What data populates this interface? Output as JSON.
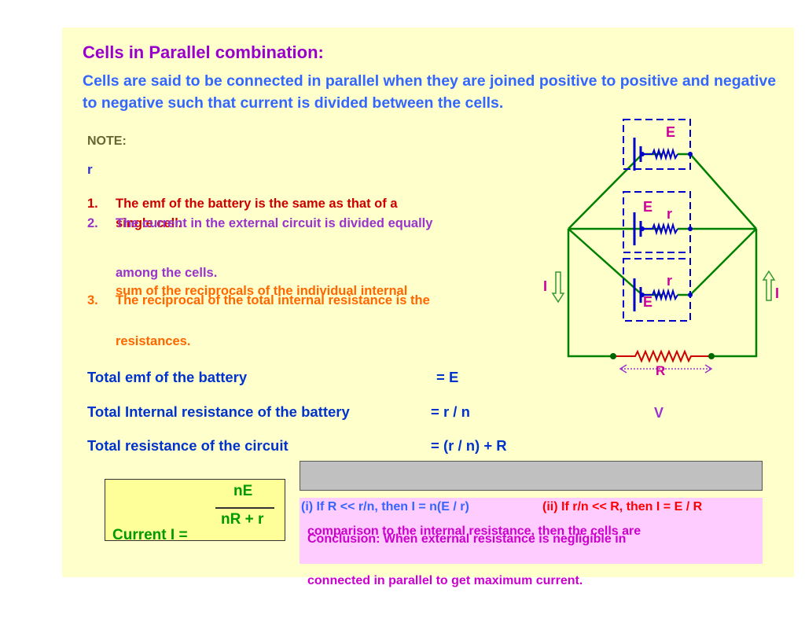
{
  "heading": "Cells in Parallel combination:",
  "intro": "Cells are said to be connected in parallel when they are joined positive to positive and negative to negative such that current is divided between the cells.",
  "note_label": "NOTE:",
  "note_r": "r",
  "items": [
    {
      "num": "1.",
      "line1": "The emf of the battery is the same as that of a",
      "line2": "single cell."
    },
    {
      "num": "2.",
      "line1": "The current in the external circuit is divided equally",
      "line2": "among the cells."
    },
    {
      "num": "3.",
      "line1": "The reciprocal of the total internal resistance is the",
      "overlap": "sum of the reciprocals of the individual internal",
      "line2": "resistances."
    }
  ],
  "equations": [
    {
      "label": "Total emf of the battery",
      "value": "=  E"
    },
    {
      "label": "Total Internal resistance of the battery",
      "value": "= r / n"
    },
    {
      "label": "Total resistance of the circuit",
      "value": "= (r / n) + R"
    }
  ],
  "formula": {
    "numerator": "nE",
    "denominator": "nR + r",
    "label": "Current  I ="
  },
  "cases": {
    "case1": "(i)   If R << r/n, then I = n(E / r)",
    "case2": "(ii)  If r/n << R, then I = E / R"
  },
  "conclusion": {
    "line1": "Conclusion:  When external resistance is negligible in",
    "overlap": "comparison to the internal resistance, then the cells are",
    "line2": "connected in parallel to get maximum current."
  },
  "circuit": {
    "cell_labels": [
      "E",
      "E",
      "E"
    ],
    "internal_labels": [
      "r",
      "r"
    ],
    "current_label": "I",
    "external_label": "R",
    "voltage_label": "V",
    "colors": {
      "wire": "#008000",
      "box": "#0000cc",
      "resistor": "#cc0000",
      "label": "#cc0099"
    }
  }
}
